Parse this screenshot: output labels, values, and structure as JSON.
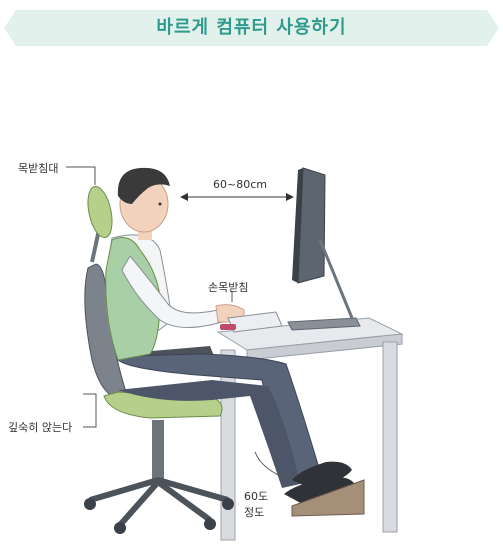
{
  "title": "바르게 컴퓨터 사용하기",
  "labels": {
    "headrest": "목받침대",
    "distance": "60~80cm",
    "wrist_rest": "손목받침",
    "sit_deep": "깊숙히 앉는다",
    "angle_value": "60도",
    "angle_suffix": "정도"
  },
  "colors": {
    "accent": "#2f9a8e",
    "banner_bg": "#e3f1ec",
    "vest": "#a8cfa5",
    "chair_seat": "#b6cf8a",
    "pants": "#5a6478",
    "monitor": "#5d6670"
  }
}
